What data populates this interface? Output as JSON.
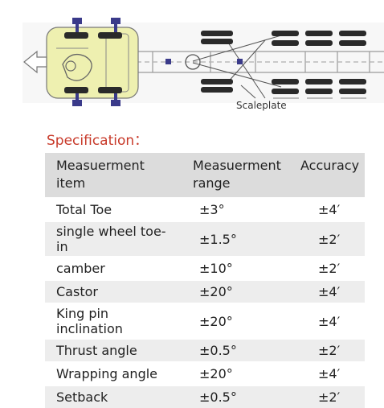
{
  "diagram": {
    "scale_label": "Scaleplate",
    "icons": [
      "arrow-left-icon",
      "truck-cab",
      "axle-wheel-icon",
      "scaleplate-icon"
    ],
    "colors": {
      "cab": "#eef0b0",
      "sensor": "#3a3a8a",
      "wheel": "#2a2a2a",
      "frame": "#9a9a9a"
    }
  },
  "spec_title": "Specification：",
  "table": {
    "headers": [
      "Measuerment item",
      "Measuerment range",
      "Accuracy"
    ],
    "rows": [
      {
        "item": "Total Toe",
        "range": "±3°",
        "accuracy": "±4′"
      },
      {
        "item": "single wheel toe-in",
        "range": "±1.5°",
        "accuracy": "±2′"
      },
      {
        "item": "camber",
        "range": "±10°",
        "accuracy": "±2′"
      },
      {
        "item": "Castor",
        "range": "±20°",
        "accuracy": "±4′"
      },
      {
        "item": "King pin inclination",
        "range": "±20°",
        "accuracy": "±4′"
      },
      {
        "item": "Thrust angle",
        "range": "±0.5°",
        "accuracy": "±2′"
      },
      {
        "item": "Wrapping angle",
        "range": "±20°",
        "accuracy": "±4′"
      },
      {
        "item": "Setback",
        "range": "±0.5°",
        "accuracy": "±2′"
      }
    ]
  }
}
